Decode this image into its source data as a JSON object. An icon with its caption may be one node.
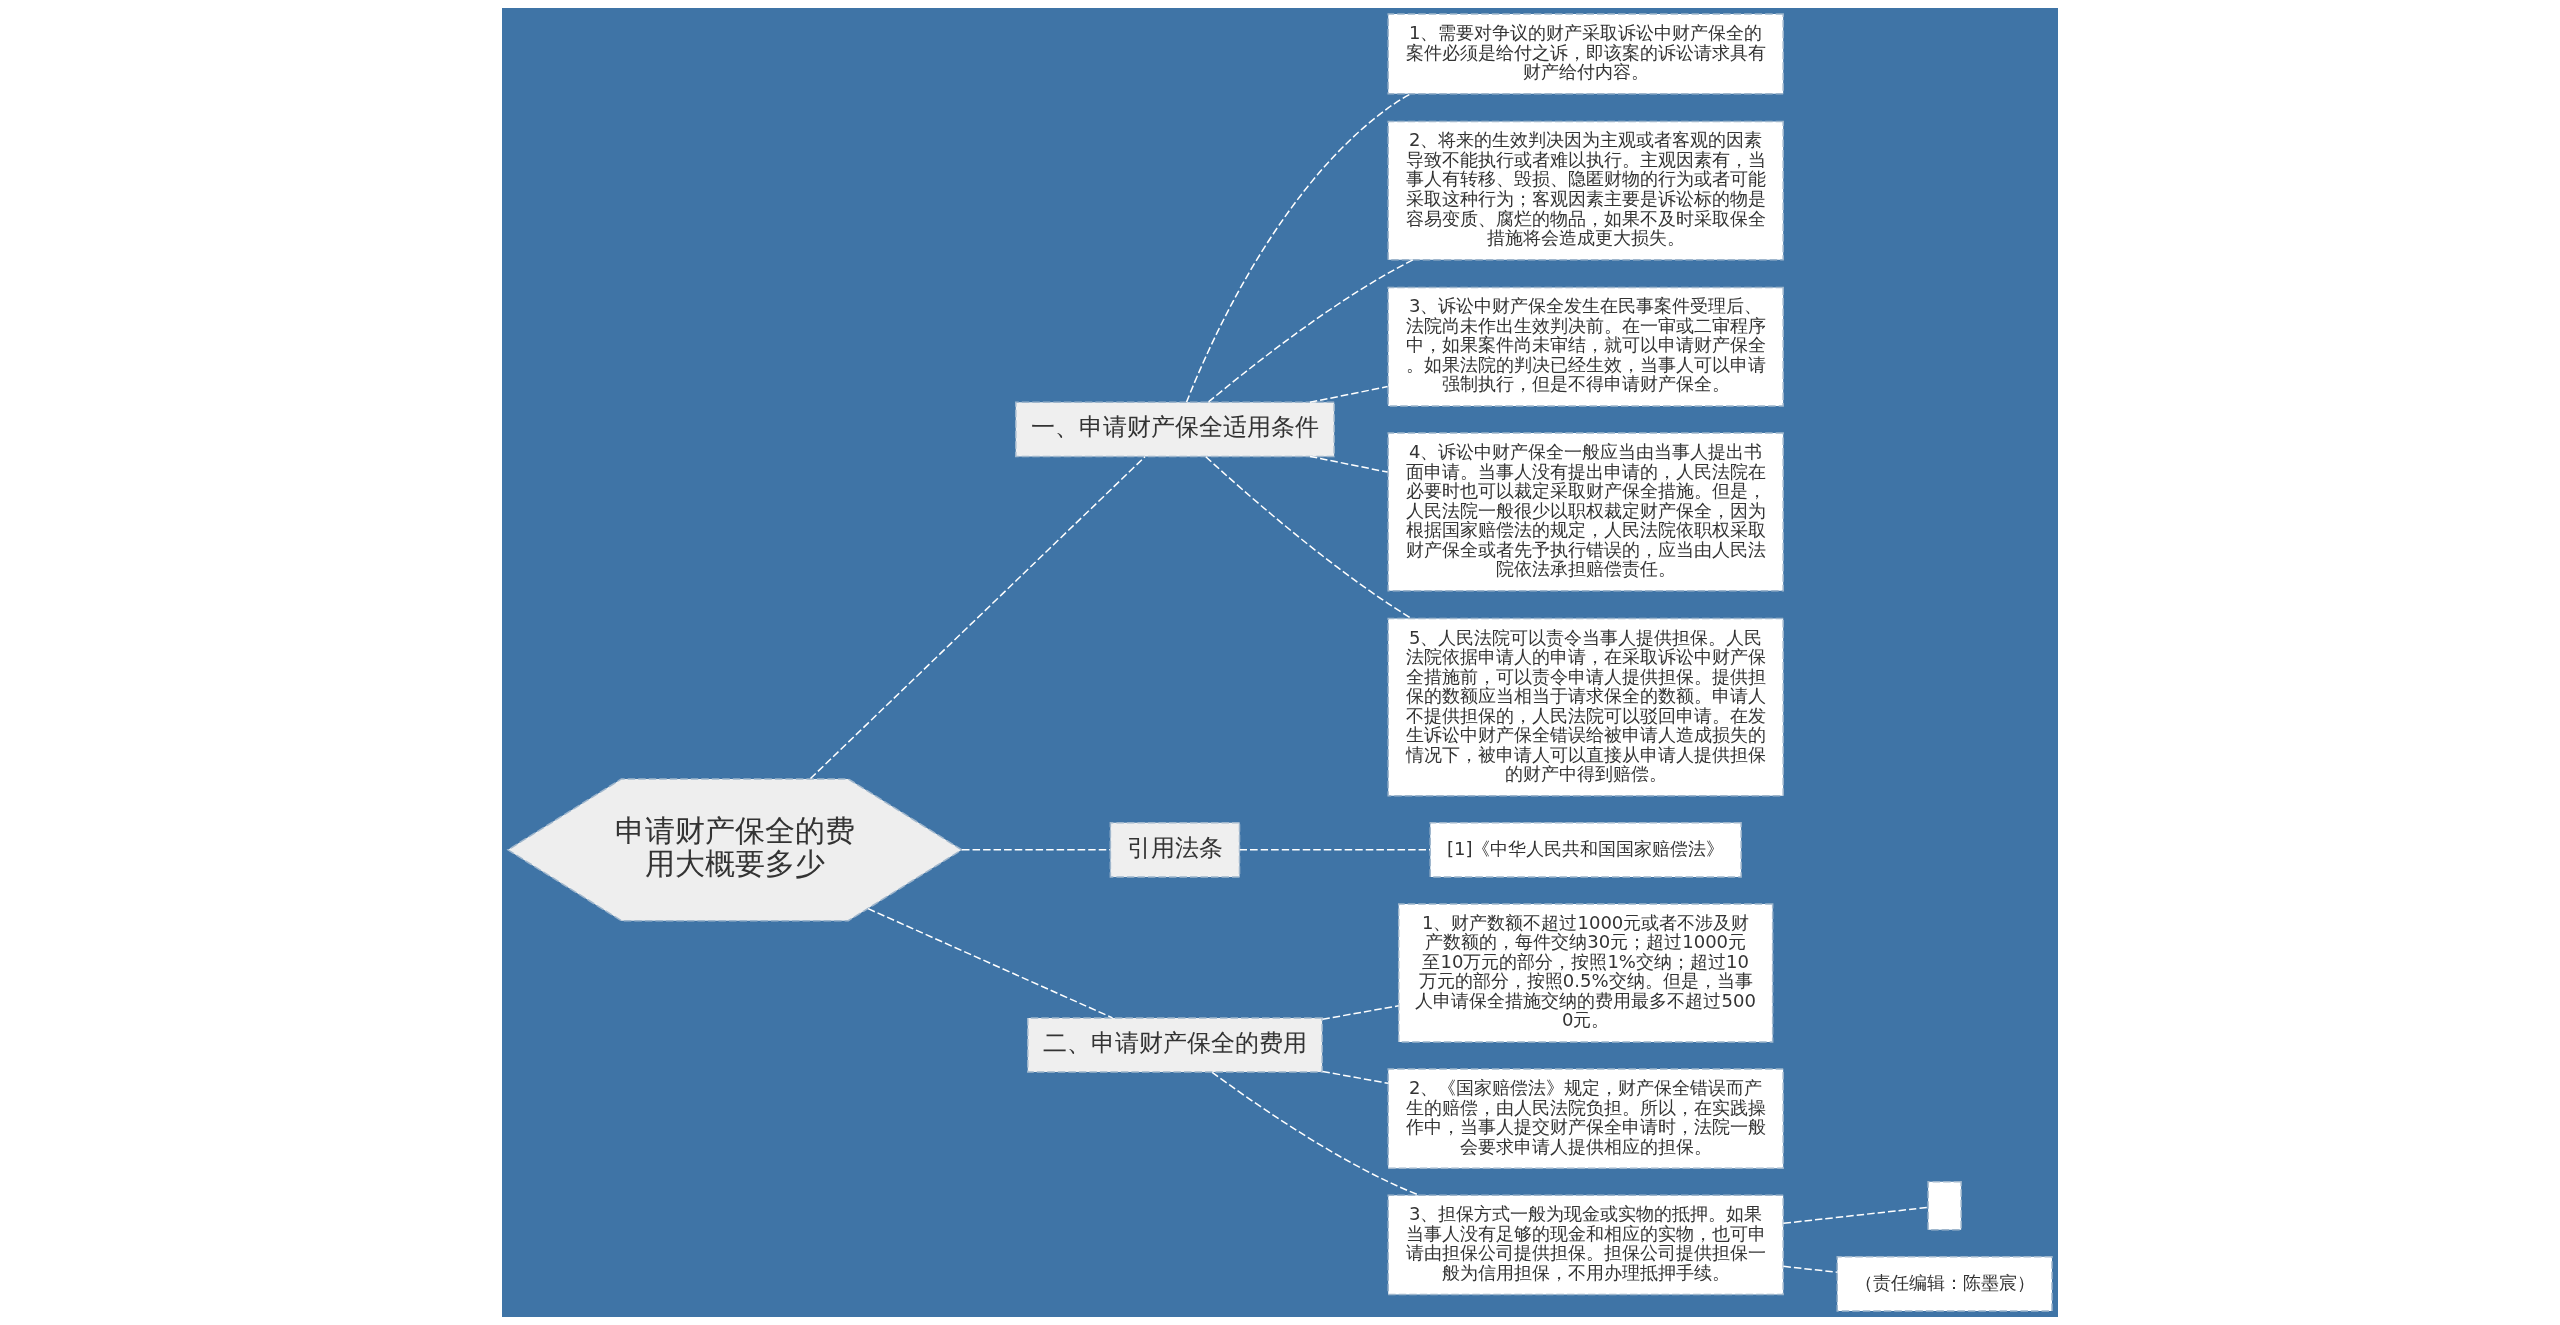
{
  "diagram": {
    "nodes": [
      {
        "text": [
          "申请财产保全的费用大概要多少"
        ]
      },
      {
        "text": [
          "一、申请财产保全适用条件"
        ]
      },
      {
        "text": [
          "1、需要对争议的财产采取诉讼中财产保全的案件必须是给付之诉，即该案的诉讼请求具有财产给付内容。"
        ]
      },
      {
        "text": [
          "2、将来的生效判决因为主观或者客观的因素导致不能执行或者难以执行。主观因素有，当事人有转移、毁损、隐匿财物的行为或者可能采取这种行为；客观因素主要是诉讼标的物是容易变质、腐烂的物品，如果不及时采取保全措施将会造成更大损失。"
        ]
      },
      {
        "text": [
          "3、诉讼中财产保全发生在民事案件受理后、法院尚未作出生效判决前。在一审或二审程序中，如果案件尚未审结，就可以申请财产保全。如果法院的判决已经生效，当事人可以申请强制执行，但是不得申请财产保全。"
        ]
      },
      {
        "text": [
          "4、诉讼中财产保全一般应当由当事人提出书面申请。当事人没有提出申请的，人民法院在必要时也可以裁定采取财产保全措施。但是，人民法院一般很少以职权裁定财产保全，因为根据国家赔偿法的规定，人民法院依职权采取财产保全或者先予执行错误的，应当由人民法院依法承担赔偿责任。"
        ]
      },
      {
        "text": [
          "5、人民法院可以责令当事人提供担保。人民法院依据申请人的申请，在采取诉讼中财产保全措施前，可以责令申请人提供担保。提供担保的数额应当相当于请求保全的数额。申请人不提供担保的，人民法院可以驳回申请。在发生诉讼中财产保全错误给被申请人造成损失的情况下，被申请人可以直接从申请人提供担保的财产中得到赔偿。"
        ]
      },
      {
        "text": [
          "引用法条"
        ]
      },
      {
        "text": [
          "[1]《中华人民共和国国家赔偿法》"
        ]
      },
      {
        "text": [
          "二、申请财产保全的费用"
        ]
      },
      {
        "text": [
          "1、财产数额不超过1000元或者不涉及财产数额的，每件交纳30元；超过1000元至10万元的部分，按照1%交纳；超过10万元的部分，按照0.5%交纳。但是，当事人申请保全措施交纳的费用最多不超过5000元。"
        ]
      },
      {
        "text": [
          "2、《国家赔偿法》规定，财产保全错误而产生的赔偿，由人民法院负担。所以，在实践操作中，当事人提交财产保全申请时，法院一般会要求申请人提供相应的担保。"
        ]
      },
      {
        "text": [
          "3、担保方式一般为现金或实物的抵押。如果当事人没有足够的现金和相应的实物，也可申请由担保公司提供担保。担保公司提供担保一般为信用担保，不用办理抵押手续。"
        ]
      },
      {
        "text": [],
        "shape": "box"
      },
      {
        "text": [
          "（责任编辑：陈墨宸）"
        ]
      }
    ],
    "edges": [
      {
        "from": 0,
        "to": 1,
        "arrow": "none",
        "style": "dashed"
      },
      {
        "from": 1,
        "to": 2,
        "arrow": "none",
        "style": "dashed"
      },
      {
        "from": 1,
        "to": 3,
        "arrow": "none",
        "style": "dashed"
      },
      {
        "from": 1,
        "to": 4,
        "arrow": "none",
        "style": "dashed"
      },
      {
        "from": 1,
        "to": 5,
        "arrow": "none",
        "style": "dashed"
      },
      {
        "from": 1,
        "to": 6,
        "arrow": "none",
        "style": "dashed"
      },
      {
        "from": 0,
        "to": 7,
        "arrow": "none",
        "style": "dashed"
      },
      {
        "from": 7,
        "to": 8,
        "arrow": "none",
        "style": "dashed"
      },
      {
        "from": 0,
        "to": 9,
        "arrow": "none",
        "style": "dashed"
      },
      {
        "from": 9,
        "to": 10,
        "arrow": "none",
        "style": "dashed"
      },
      {
        "from": 9,
        "to": 11,
        "arrow": "none",
        "style": "dashed"
      },
      {
        "from": 9,
        "to": 12,
        "arrow": "none",
        "style": "dashed"
      },
      {
        "from": 12,
        "to": 13,
        "arrow": "none",
        "style": "dashed"
      },
      {
        "from": 12,
        "to": 14,
        "arrow": "none",
        "style": "dashed"
      }
    ]
  }
}
